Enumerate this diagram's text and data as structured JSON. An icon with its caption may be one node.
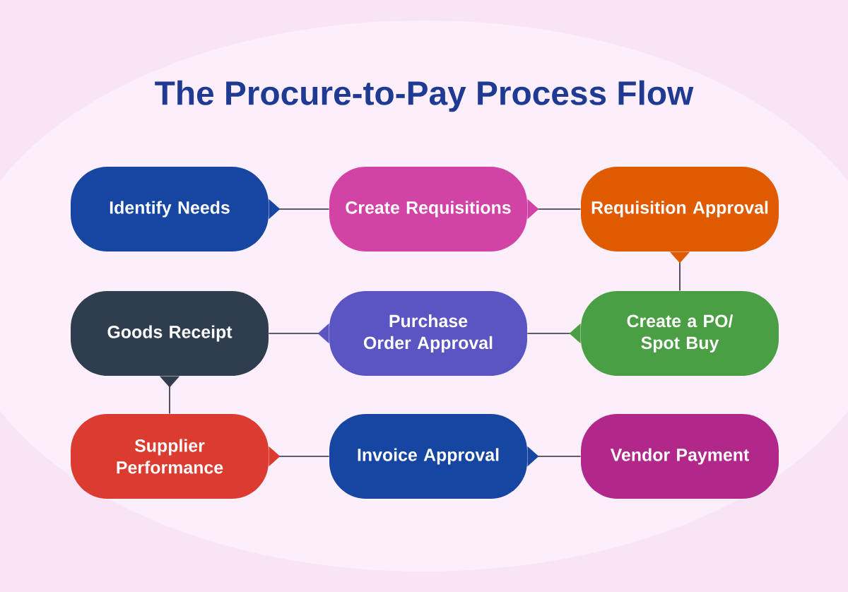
{
  "diagram": {
    "title": "The Procure-to-Pay Process Flow",
    "nodes": [
      {
        "text": [
          "Identify Needs"
        ]
      },
      {
        "text": [
          "Create Requisitions"
        ]
      },
      {
        "text": [
          "Requisition Approval"
        ]
      },
      {
        "text": [
          "Create a PO/ Spot Buy"
        ]
      },
      {
        "text": [
          "Purchase Order Approval"
        ]
      },
      {
        "text": [
          "Goods Receipt"
        ]
      },
      {
        "text": [
          "Supplier Performance"
        ]
      },
      {
        "text": [
          "Invoice Approval"
        ]
      },
      {
        "text": [
          "Vendor Payment"
        ]
      }
    ],
    "edges": [
      {
        "from": 0,
        "to": 1,
        "arrow": "to"
      },
      {
        "from": 1,
        "to": 2,
        "arrow": "to"
      },
      {
        "from": 2,
        "to": 3,
        "arrow": "to"
      },
      {
        "from": 3,
        "to": 4,
        "arrow": "to"
      },
      {
        "from": 4,
        "to": 5,
        "arrow": "to"
      },
      {
        "from": 5,
        "to": 6,
        "arrow": "to"
      },
      {
        "from": 6,
        "to": 7,
        "arrow": "to"
      },
      {
        "from": 7,
        "to": 8,
        "arrow": "to"
      }
    ]
  }
}
